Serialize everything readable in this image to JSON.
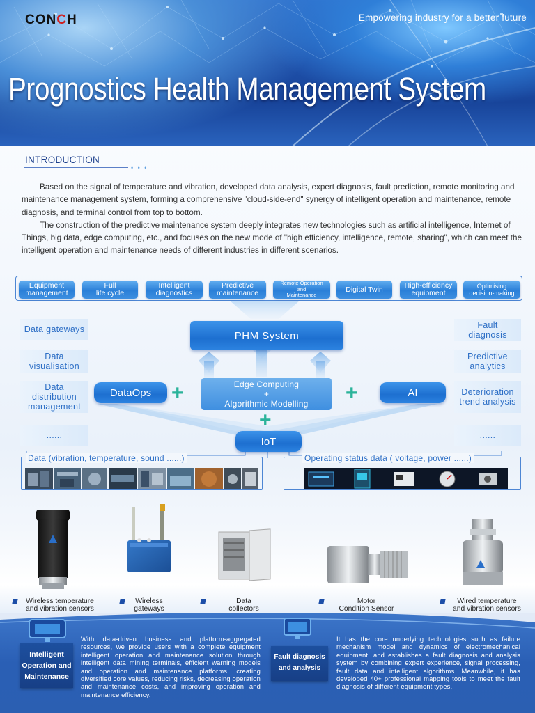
{
  "header": {
    "logo_text_left": "CON",
    "logo_text_accent": "C",
    "logo_text_right": "H",
    "slogan": "Empowering industry for a better future",
    "title": "Prognostics  Health Management System"
  },
  "introduction": {
    "heading": "INTRODUCTION",
    "paragraphs": [
      "Based on the  signal of temperature and vibration, developed data analysis, expert diagnosis, fault prediction, remote monitoring and maintenance management system, forming a comprehensive \"cloud-side-end\" synergy of intelligent operation and maintenance, remote diagnosis, and terminal control from top to bottom.",
      "The construction of the predictive maintenance system deeply integrates new technologies such as artificial intelligence, Internet of Things, big data, edge computing, etc., and focuses on the new mode of \"high efficiency, intelligence, remote, sharing\", which can meet the intelligent operation and maintenance needs of different industries in different scenarios."
    ]
  },
  "diagram": {
    "top_items": [
      {
        "line1": "Equipment",
        "line2": "management"
      },
      {
        "line1": "Full",
        "line2": "life cycle"
      },
      {
        "line1": "Intelligent",
        "line2": "diagnostics"
      },
      {
        "line1": "Predictive",
        "line2": "maintenance"
      },
      {
        "line1": "Remote Operation",
        "line2": "and",
        "line3": "Maintenance"
      },
      {
        "line1": "Digital Twin",
        "line2": ""
      },
      {
        "line1": "High-efficiency",
        "line2": "equipment"
      },
      {
        "line1": "Optimising",
        "line2": "decision-making"
      }
    ],
    "left_items": [
      {
        "line1": "Data gateways"
      },
      {
        "line1": "Data",
        "line2": "visualisation"
      },
      {
        "line1": "Data",
        "line2": "distribution",
        "line3": "management"
      },
      {
        "line1": "......"
      }
    ],
    "right_items": [
      {
        "line1": "Fault",
        "line2": "diagnosis"
      },
      {
        "line1": "Predictive",
        "line2": "analytics"
      },
      {
        "line1": "Deterioration",
        "line2": "trend analysis"
      },
      {
        "line1": "......"
      }
    ],
    "phm": "PHM System",
    "dataops": "DataOps",
    "ai": "AI",
    "edge_line1": "Edge Computing",
    "edge_line2": "+",
    "edge_line3": "Algorithmic Modelling",
    "iot": "IoT",
    "data_left_label": "Data (vibration, temperature, sound ......)",
    "data_right_label": "Operating status data ( voltage, power ......)"
  },
  "devices": [
    {
      "line1": "Wireless temperature",
      "line2": "and vibration sensors"
    },
    {
      "line1": "Wireless",
      "line2": "gateways"
    },
    {
      "line1": "Data",
      "line2": "collectors"
    },
    {
      "line1": "Motor",
      "line2": "Condition Sensor"
    },
    {
      "line1": "Wired temperature",
      "line2": "and vibration sensors"
    }
  ],
  "bottom": {
    "left_badge_l1": "Intelligent",
    "left_badge_l2": "Operation and",
    "left_badge_l3": "Maintenance",
    "left_text": "With data-driven business and platform-aggregated resources, we provide users with a complete equipment intelligent operation and maintenance solution through intelligent data mining terminals, efficient warning models and operation and maintenance platforms, creating diversified core values, reducing risks, decreasing operation and maintenance costs, and improving operation and maintenance efficiency.",
    "right_badge_l1": "Fault diagnosis",
    "right_badge_l2": "and analysis",
    "right_text": "It has the core underlying technologies such as failure mechanism model and dynamics of electromechanical equipment, and establishes a  fault diagnosis and analysis system by combining expert experience, signal processing, fault data and intelligent algorithms. Meanwhile, it has developed 40+ professional mapping tools to meet the fault diagnosis of different equipment types."
  }
}
